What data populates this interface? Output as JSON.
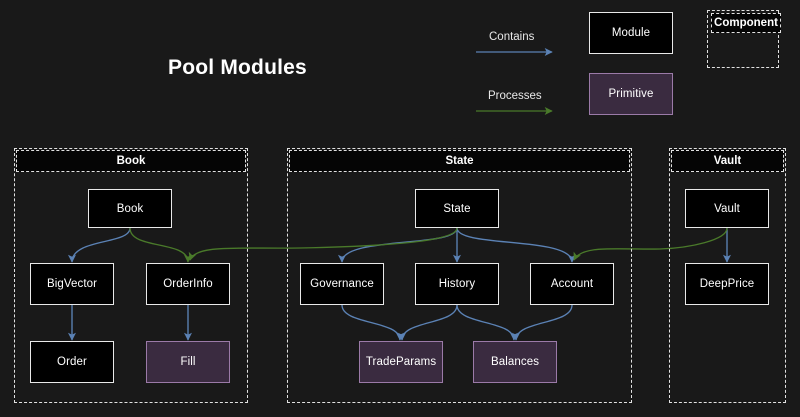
{
  "diagram": {
    "title": "Pool Modules",
    "background_color": "#191919"
  },
  "legend": {
    "contains": {
      "label": "Contains",
      "color": "#5b82b5",
      "icon": "arrow-right-icon"
    },
    "processes": {
      "label": "Processes",
      "color": "#4a7a2a",
      "icon": "arrow-right-icon"
    },
    "module_sample": {
      "label": "Module",
      "fill": "#000000",
      "border": "#e9e9e9"
    },
    "primitive_sample": {
      "label": "Primitive",
      "fill": "#3a2b40",
      "border": "#9b7aa8"
    },
    "component_sample": {
      "label": "Component",
      "border": "#e2e2e2"
    }
  },
  "groups": [
    {
      "id": "book",
      "label": "Book"
    },
    {
      "id": "state",
      "label": "State"
    },
    {
      "id": "vault",
      "label": "Vault"
    }
  ],
  "nodes": {
    "book": {
      "label": "Book",
      "kind": "module"
    },
    "bigvector": {
      "label": "BigVector",
      "kind": "module"
    },
    "orderinfo": {
      "label": "OrderInfo",
      "kind": "module"
    },
    "order": {
      "label": "Order",
      "kind": "module"
    },
    "fill": {
      "label": "Fill",
      "kind": "primitive"
    },
    "state": {
      "label": "State",
      "kind": "module"
    },
    "governance": {
      "label": "Governance",
      "kind": "module"
    },
    "history": {
      "label": "History",
      "kind": "module"
    },
    "account": {
      "label": "Account",
      "kind": "module"
    },
    "tradeparams": {
      "label": "TradeParams",
      "kind": "primitive"
    },
    "balances": {
      "label": "Balances",
      "kind": "primitive"
    },
    "vault": {
      "label": "Vault",
      "kind": "module"
    },
    "deepprice": {
      "label": "DeepPrice",
      "kind": "module"
    }
  },
  "edges": [
    {
      "from": "book",
      "to": "bigvector",
      "type": "contains"
    },
    {
      "from": "book",
      "to": "orderinfo",
      "type": "processes"
    },
    {
      "from": "bigvector",
      "to": "order",
      "type": "contains"
    },
    {
      "from": "orderinfo",
      "to": "fill",
      "type": "contains"
    },
    {
      "from": "state",
      "to": "governance",
      "type": "contains"
    },
    {
      "from": "state",
      "to": "history",
      "type": "contains"
    },
    {
      "from": "state",
      "to": "account",
      "type": "contains"
    },
    {
      "from": "state",
      "to": "orderinfo",
      "type": "processes"
    },
    {
      "from": "governance",
      "to": "tradeparams",
      "type": "contains"
    },
    {
      "from": "history",
      "to": "tradeparams",
      "type": "contains"
    },
    {
      "from": "history",
      "to": "balances",
      "type": "contains"
    },
    {
      "from": "account",
      "to": "balances",
      "type": "contains"
    },
    {
      "from": "vault",
      "to": "deepprice",
      "type": "contains"
    },
    {
      "from": "vault",
      "to": "account",
      "type": "processes"
    }
  ]
}
